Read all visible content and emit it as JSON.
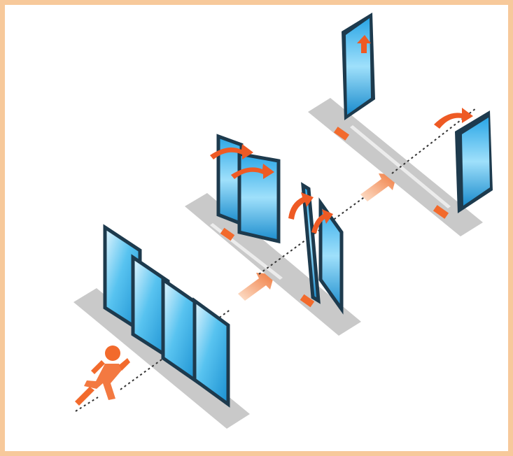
{
  "diagram": {
    "stages": [
      {
        "id": "stage-1",
        "state": "doors-closed"
      },
      {
        "id": "stage-2",
        "state": "doors-folding-open"
      },
      {
        "id": "stage-3",
        "state": "doors-fully-open"
      }
    ],
    "colors": {
      "frame_border": "#f7c99b",
      "track": "#c9c9c9",
      "track_slot": "#ececec",
      "glass_light": "#e6f7ff",
      "glass_mid": "#58c3f0",
      "glass_dark": "#1a8fd0",
      "door_edge": "#1d3a4d",
      "arrow": "#ee5a24",
      "arrow_light": "#f7b48a",
      "runner": "#f26a2c",
      "path_line": "#333333"
    },
    "icons": [
      "running-person-icon",
      "motion-arrow-icon",
      "rotation-arrow-icon"
    ]
  }
}
